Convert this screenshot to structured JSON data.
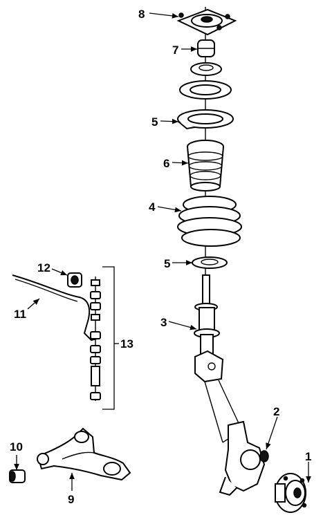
{
  "callouts": {
    "c1": "1",
    "c2": "2",
    "c3": "3",
    "c4": "4",
    "c5a": "5",
    "c5b": "5",
    "c6": "6",
    "c7": "7",
    "c8": "8",
    "c9": "9",
    "c10": "10",
    "c11": "11",
    "c12": "12",
    "c13": "13"
  },
  "colors": {
    "ink": "#000000",
    "paper": "#ffffff"
  }
}
